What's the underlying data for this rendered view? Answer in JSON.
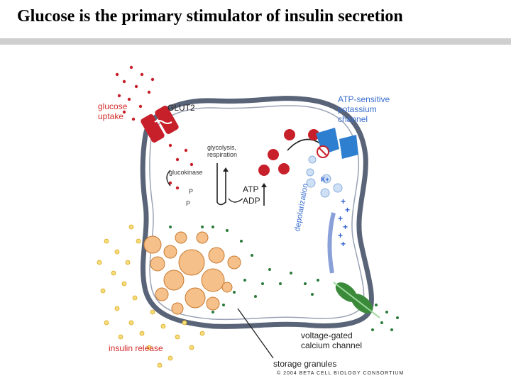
{
  "slide": {
    "title": "Glucose is the primary stimulator of insulin secretion"
  },
  "diagram": {
    "glucose_uptake": "glucose\nuptake",
    "glut2": "GLUT2",
    "atp_channel": "ATP-sensitive\npotassium\nchannel",
    "glycolysis": "glycolysis,\nrespiration",
    "glucokinase": "glucokinase",
    "atp": "ATP",
    "adp": "ADP",
    "atp_mol": "ATP",
    "k_ion": "K+",
    "depolarization": "depolarization",
    "calcium_channel": "voltage-gated\ncalcium channel",
    "insulin_release": "insulin release",
    "storage_granules": "storage granules",
    "credit": "© 2004 BETA CELL BIOLOGY CONSORTIUM",
    "p_label": "P"
  },
  "colors": {
    "membrane": "#5a6478",
    "glut2": "#c8202a",
    "k_channel": "#2f7fd0",
    "ca_channel": "#3a8a3a",
    "granule": "#e8a040",
    "insulin": "#f0c030"
  }
}
